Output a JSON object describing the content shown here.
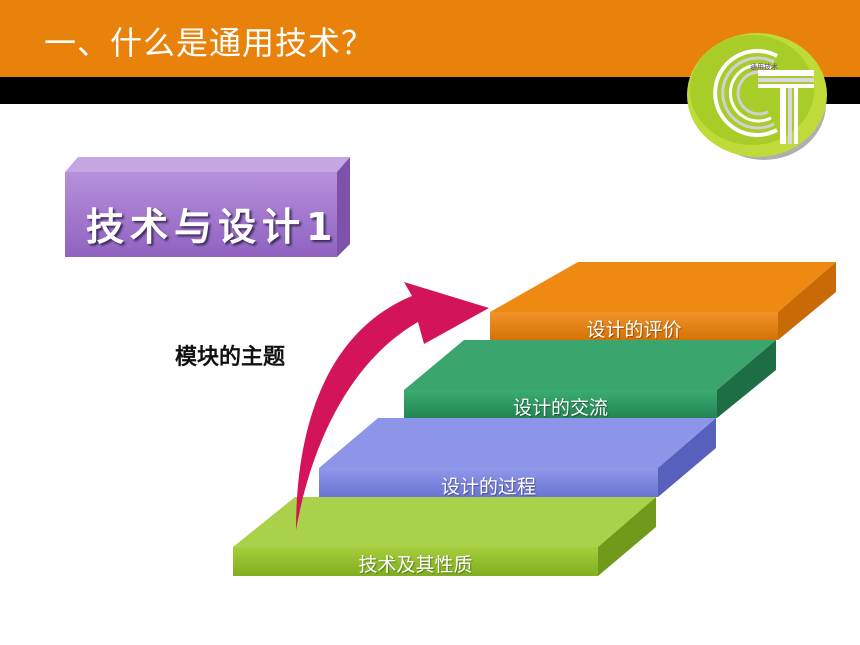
{
  "header": {
    "title": "一、什么是通用技术？"
  },
  "logo": {
    "text": "通用技术"
  },
  "subtitle": {
    "text": "技术与设计1"
  },
  "theme_label": "模块的主题",
  "steps": [
    {
      "label": "技术及其性质",
      "color": "#8fbf2a"
    },
    {
      "label": "设计的过程",
      "color": "#7c86e0"
    },
    {
      "label": "设计的交流",
      "color": "#2e9a63"
    },
    {
      "label": "设计的评价",
      "color": "#e8820a"
    }
  ],
  "colors": {
    "header": "#e8820a",
    "header_bar": "#000000",
    "subtitle_box": "#a277c9",
    "arrow": "#d4145a"
  }
}
